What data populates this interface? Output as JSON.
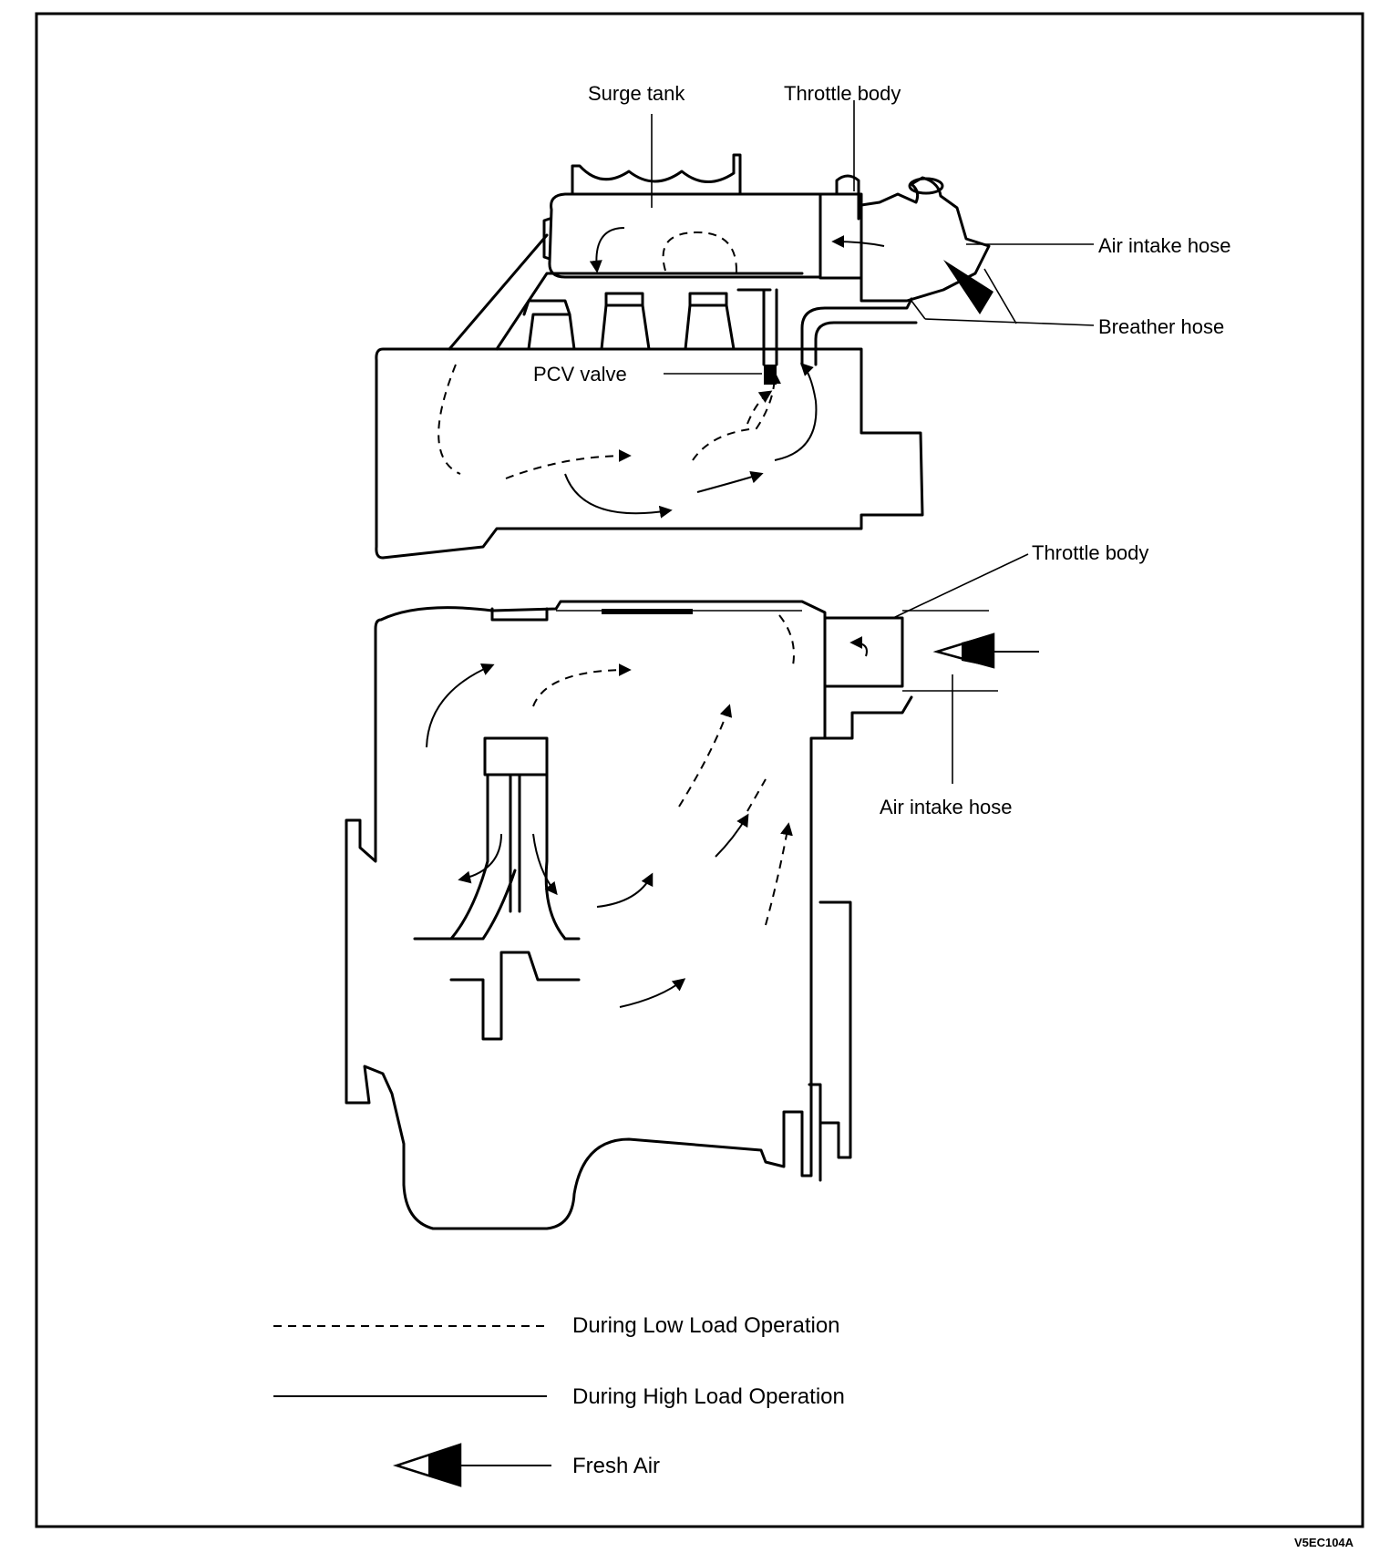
{
  "labels": {
    "surge_tank": "Surge tank",
    "throttle_body_top": "Throttle body",
    "air_intake_hose_top": "Air intake hose",
    "breather_hose": "Breather hose",
    "pcv_valve": "PCV valve",
    "throttle_body_bottom": "Throttle body",
    "air_intake_hose_bottom": "Air intake hose"
  },
  "legend": {
    "low_load": "During Low Load Operation",
    "high_load": "During High Load Operation",
    "fresh_air": "Fresh Air"
  },
  "figure_code": "V5EC104A"
}
